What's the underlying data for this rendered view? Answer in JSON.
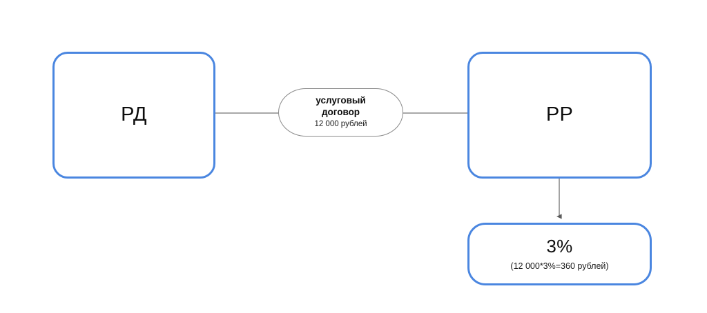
{
  "diagram": {
    "nodes": [
      {
        "id": "rd",
        "title": "РД",
        "subtitle": ""
      },
      {
        "id": "rr",
        "title": "РР",
        "subtitle": ""
      },
      {
        "id": "commission",
        "title": "3%",
        "subtitle": "(12 000*3%=360 рублей)"
      }
    ],
    "edge_label": {
      "line1": "услуговый",
      "line2": "договор",
      "amount": "12 000 рублей"
    },
    "colors": {
      "node_border": "#4a86e0",
      "connector": "#8c8c8c",
      "ellipse_border": "#8a8a8a",
      "text": "#0d0d0d",
      "background": "#ffffff"
    }
  }
}
